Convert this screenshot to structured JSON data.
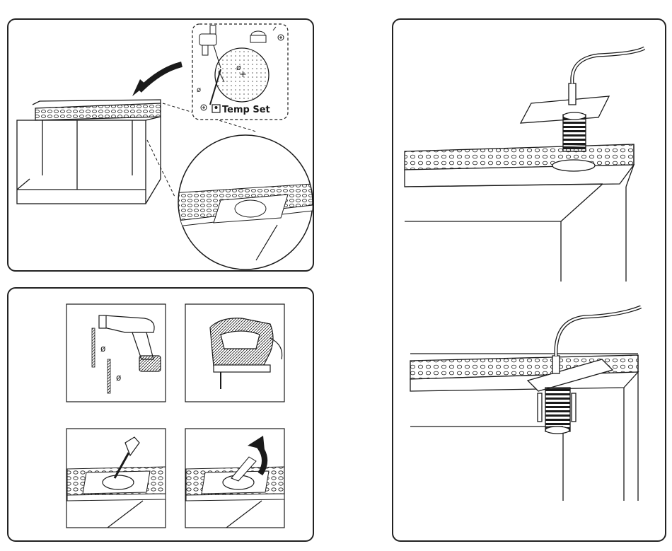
{
  "panels": {
    "step1": {
      "template_label": "Temp Set",
      "diameter_symbol": "ø",
      "plus_symbol": "+"
    },
    "step2": {
      "diameter_symbol": "ø"
    },
    "step3": {}
  },
  "colors": {
    "line": "#1a1a1a",
    "fill_light": "#ffffff",
    "hatch": "#888888"
  },
  "icons": [
    "curved-arrow-icon",
    "drill-icon",
    "jigsaw-icon",
    "file-tool-icon",
    "lift-arrow-icon",
    "cable-icon"
  ]
}
